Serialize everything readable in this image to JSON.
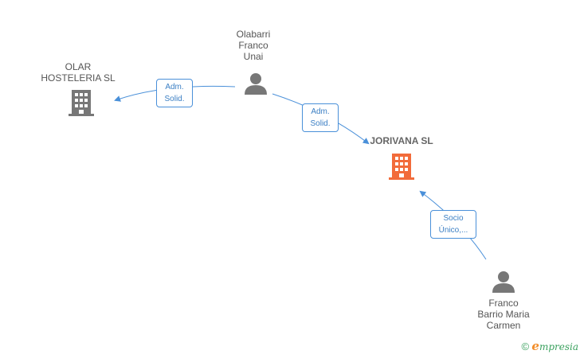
{
  "nodes": {
    "olar": {
      "lines": [
        "OLAR",
        "HOSTELERIA  SL"
      ],
      "icon": "building-icon",
      "color": "#777777"
    },
    "olabarri": {
      "lines": [
        "Olabarri",
        "Franco",
        "Unai"
      ],
      "icon": "person-icon",
      "color": "#777777"
    },
    "jorivana": {
      "lines": [
        "JORIVANA SL"
      ],
      "icon": "building-icon",
      "color": "#f26b3a"
    },
    "franco": {
      "lines": [
        "Franco",
        "Barrio Maria",
        "Carmen"
      ],
      "icon": "person-icon",
      "color": "#777777"
    }
  },
  "edges": {
    "olabarri_to_olar": {
      "lines": [
        "Adm.",
        "Solid."
      ]
    },
    "olabarri_to_jorivana": {
      "lines": [
        "Adm.",
        "Solid."
      ]
    },
    "franco_to_jorivana": {
      "lines": [
        "Socio",
        "Único,..."
      ]
    }
  },
  "colors": {
    "edge": "#4a90d9",
    "accent": "#f26b3a",
    "icon_gray": "#777777"
  },
  "footer": {
    "copyright": "©",
    "brand_initial": "e",
    "brand_rest": "mpresia"
  }
}
